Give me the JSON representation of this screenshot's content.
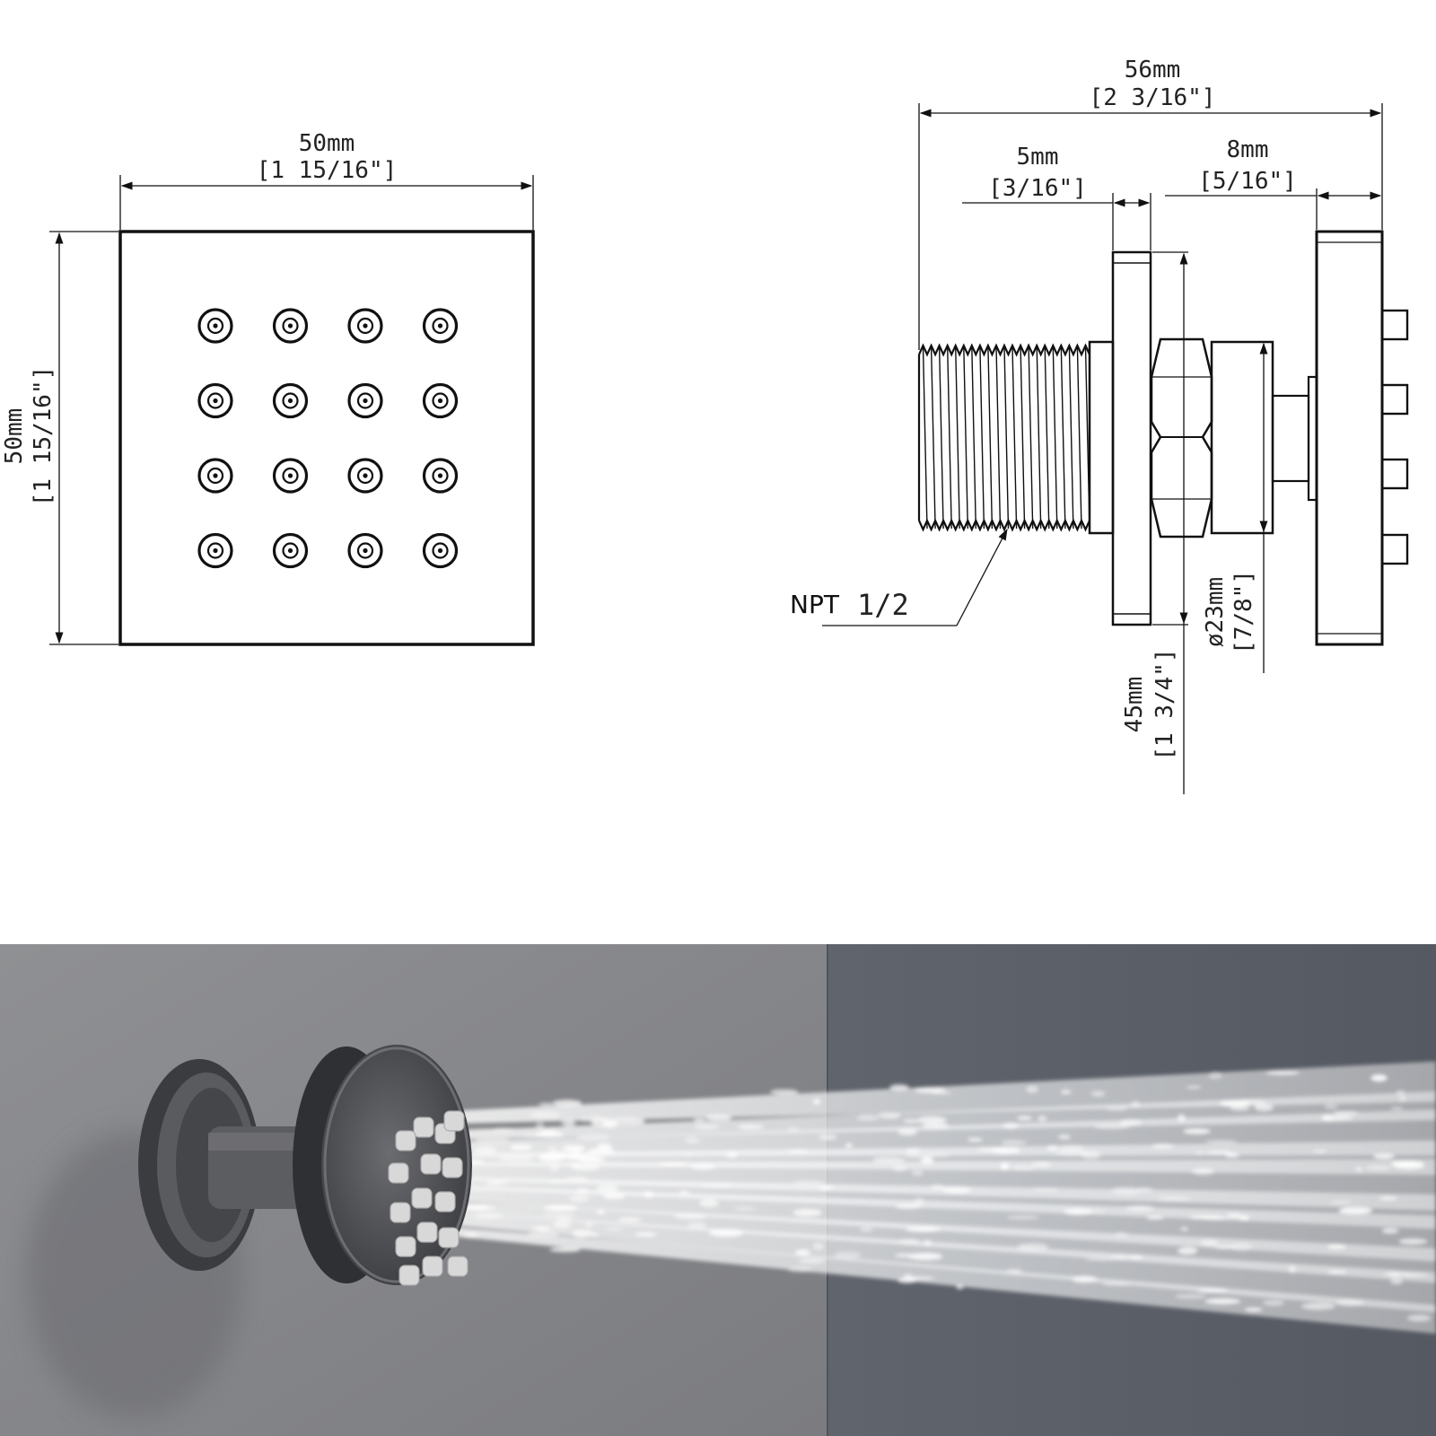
{
  "front_view": {
    "width": {
      "mm": "50mm",
      "inch": "[1 15/16\"]"
    },
    "height": {
      "mm": "50mm",
      "inch": "[1 15/16\"]"
    },
    "nozzle_rows": 4,
    "nozzle_cols": 4
  },
  "side_view": {
    "overall_length": {
      "mm": "56mm",
      "inch": "[2 3/16\"]"
    },
    "flange_thickness": {
      "mm": "5mm",
      "inch": "[3/16\"]"
    },
    "head_thickness": {
      "mm": "8mm",
      "inch": "[5/16\"]"
    },
    "body_diameter": {
      "mm": "ø23mm",
      "inch": "[7/8\"]"
    },
    "flange_height": {
      "mm": "45mm",
      "inch": "[1 3/4\"]"
    },
    "thread_label": {
      "prefix": "NPT",
      "size": "1/2"
    }
  },
  "photo": {
    "subject": "body-spray-jet",
    "colors": {
      "wall_left": "#8a8b8e",
      "wall_right": "#5a5e66",
      "metal": "#4a4b4e",
      "nozzle": "#d6d6d6"
    }
  }
}
